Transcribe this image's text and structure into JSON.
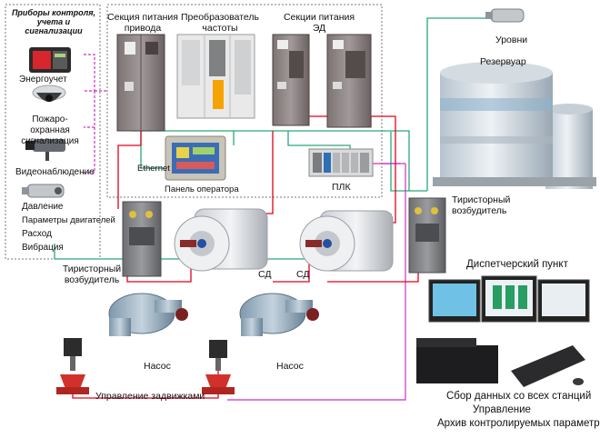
{
  "sidebar": {
    "title": "Приборы контроля, учета и сигнализации",
    "items": [
      "Энергоучет",
      "Пожаро-охранная сигнализация",
      "Видеонаблюдение"
    ],
    "params": [
      "Давление",
      "Параметры двигателей",
      "Расход",
      "Вибрация"
    ]
  },
  "labels": {
    "drive_power": "Секция питания привода",
    "converter": "Преобразователь частоты",
    "ed_power": "Секции питания ЭД",
    "levels": "Уровни",
    "reservoir": "Резервуар",
    "ethernet": "Ethernet",
    "operator_panel": "Панель оператора",
    "plc": "ПЛК",
    "thyristor_right": "Тиристорный возбудитель",
    "thyristor_left": "Тиристорный возбудитель",
    "sd_left": "СД",
    "sd_right": "СД",
    "dispatch": "Диспетчерский пункт",
    "pump_left": "Насос",
    "pump_right": "Насос",
    "valve_control": "Управление задвижками",
    "footer": [
      "Сбор данных со всех станций",
      "Управление",
      "Архив контролируемых параметров"
    ]
  },
  "colors": {
    "power_line": "#e3001b",
    "data_line": "#2aa87a",
    "signal_line": "#d12fc4",
    "border_dash": "#777777"
  }
}
